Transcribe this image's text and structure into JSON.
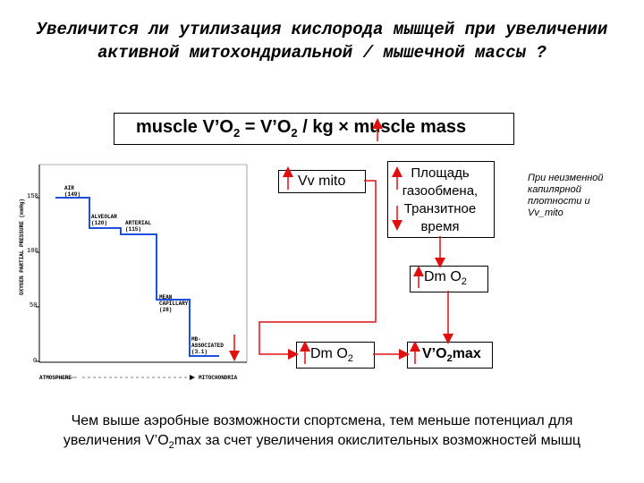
{
  "title": {
    "line1": "Увеличится ли утилизация кислорода мышцей при увеличении",
    "line2": "активной митохондриальной / мышечной массы ?"
  },
  "formula": {
    "part1": "muscle V’O",
    "sub1": "2",
    "part2": " = V’O",
    "sub2": "2",
    "part3": " / kg × muscle mass"
  },
  "boxes": {
    "vv_mito": "Vv mito",
    "area_lines": [
      "Площадь",
      "газообмена,",
      "Транзитное",
      "время"
    ],
    "note_lines": [
      "При неизменной",
      "капилярной",
      "плотности и",
      "Vv_mito"
    ],
    "dm_top": {
      "main": "Dm O",
      "sub": "2"
    },
    "dm_bottom": {
      "main": "Dm O",
      "sub": "2"
    },
    "vo2max": {
      "main": "V’O",
      "sub": "2",
      "tail": "max"
    }
  },
  "footer": {
    "line1": "Чем выше аэробные возможности спортсмена, тем меньше потенциал для",
    "line2_pre": "увеличения V’O",
    "line2_sub": "2",
    "line2_post": "max за счет увеличения окислительных возможностей мышц"
  },
  "colors": {
    "chart_line": "#1f4fe0",
    "arrow": "#e01010"
  },
  "chart": {
    "ylabel": "OXYGEN PARTIAL PRESSURE (mmHg)",
    "yticks": [
      "150",
      "100",
      "50",
      "0"
    ],
    "x_start": "ATMOSPHERE",
    "x_end": "MITOCHONDRIA",
    "labels": {
      "air": [
        "AIR",
        "(149)"
      ],
      "alveolar": [
        "ALVEOLAR",
        "(120)"
      ],
      "arterial": [
        "ARTERIAL",
        "(115)"
      ],
      "capillary": [
        "MEAN",
        "CAPILLARY",
        "(28)"
      ],
      "mito": [
        "MB-",
        "ASSOCIATED",
        "(3.1)"
      ]
    }
  }
}
